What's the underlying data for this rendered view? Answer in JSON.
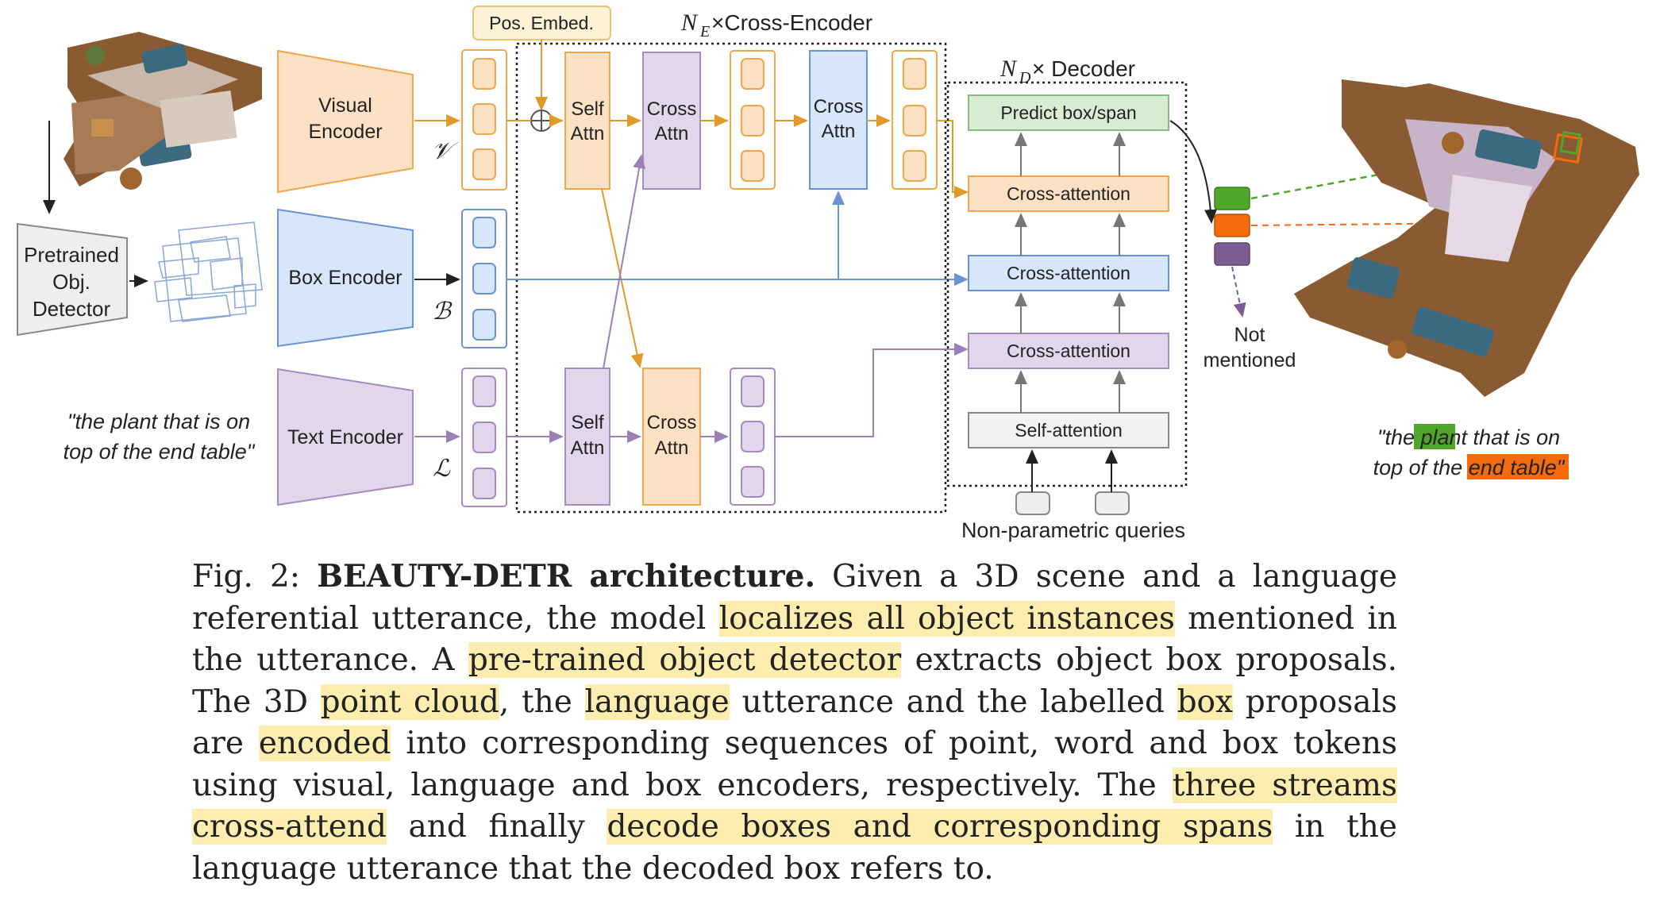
{
  "colors": {
    "visual": "#fde1c4",
    "visual_stroke": "#f0a64a",
    "box": "#d7e6fa",
    "box_stroke": "#6b93d3",
    "text": "#e2d6ec",
    "text_stroke": "#a68ac0",
    "predict": "#d8ecd3",
    "predict_stroke": "#89b880",
    "highlight": "#fdeeb0",
    "green_token": "#4ea72a",
    "orange_token": "#f56a0b",
    "purple_token": "#7b5d92"
  },
  "inputs": {
    "visual_encoder": [
      "Visual",
      "Encoder"
    ],
    "box_encoder": "Box Encoder",
    "text_encoder": "Text Encoder",
    "detector": [
      "Pretrained",
      "Obj.",
      "Detector"
    ],
    "query_text": [
      "\"the plant that is on",
      "top of the end table\""
    ],
    "v_symbol": "𝒱",
    "b_symbol": "ℬ",
    "l_symbol": "ℒ"
  },
  "encoder": {
    "pos_embed": "Pos. Embed.",
    "title_sym": "N",
    "title_sub": "E",
    "title_rest": " ×Cross-Encoder",
    "self_attn": [
      "Self",
      "Attn"
    ],
    "cross_attn": [
      "Cross",
      "Attn"
    ]
  },
  "decoder": {
    "title_sym": "N",
    "title_sub": "D",
    "title_rest": " × Decoder",
    "predict": "Predict box/span",
    "cross_attention": "Cross-attention",
    "self_attention": "Self-attention",
    "queries": "Non-parametric queries"
  },
  "output": {
    "not_mentioned": [
      "Not",
      "mentioned"
    ],
    "result_line1": [
      "\"the ",
      "plant",
      " that is on"
    ],
    "result_line2": [
      "top of the ",
      "end table",
      "\""
    ]
  },
  "caption": {
    "fig": "Fig. 2: ",
    "title": "BEAUTY-DETR architecture.",
    "t1": " Given a 3D scene and a language referential utterance, the model ",
    "h1": "localizes all object instances",
    "t2": " mentioned in the utterance. A ",
    "h2": "pre-trained object detector",
    "t3": " extracts object box proposals. The 3D ",
    "h3": "point cloud",
    "t4": ", the ",
    "h4": "language",
    "t5": " utterance and the labelled ",
    "h5": "box",
    "t6": " proposals are ",
    "h6": "encoded",
    "t7": " into corresponding sequences of point, word and box tokens using visual, language and box encoders, respectively. The ",
    "h7": "three streams cross-attend",
    "t8": " and finally ",
    "h8": "decode boxes and corresponding spans",
    "t9": " in the language utterance that the decoded box refers to."
  }
}
